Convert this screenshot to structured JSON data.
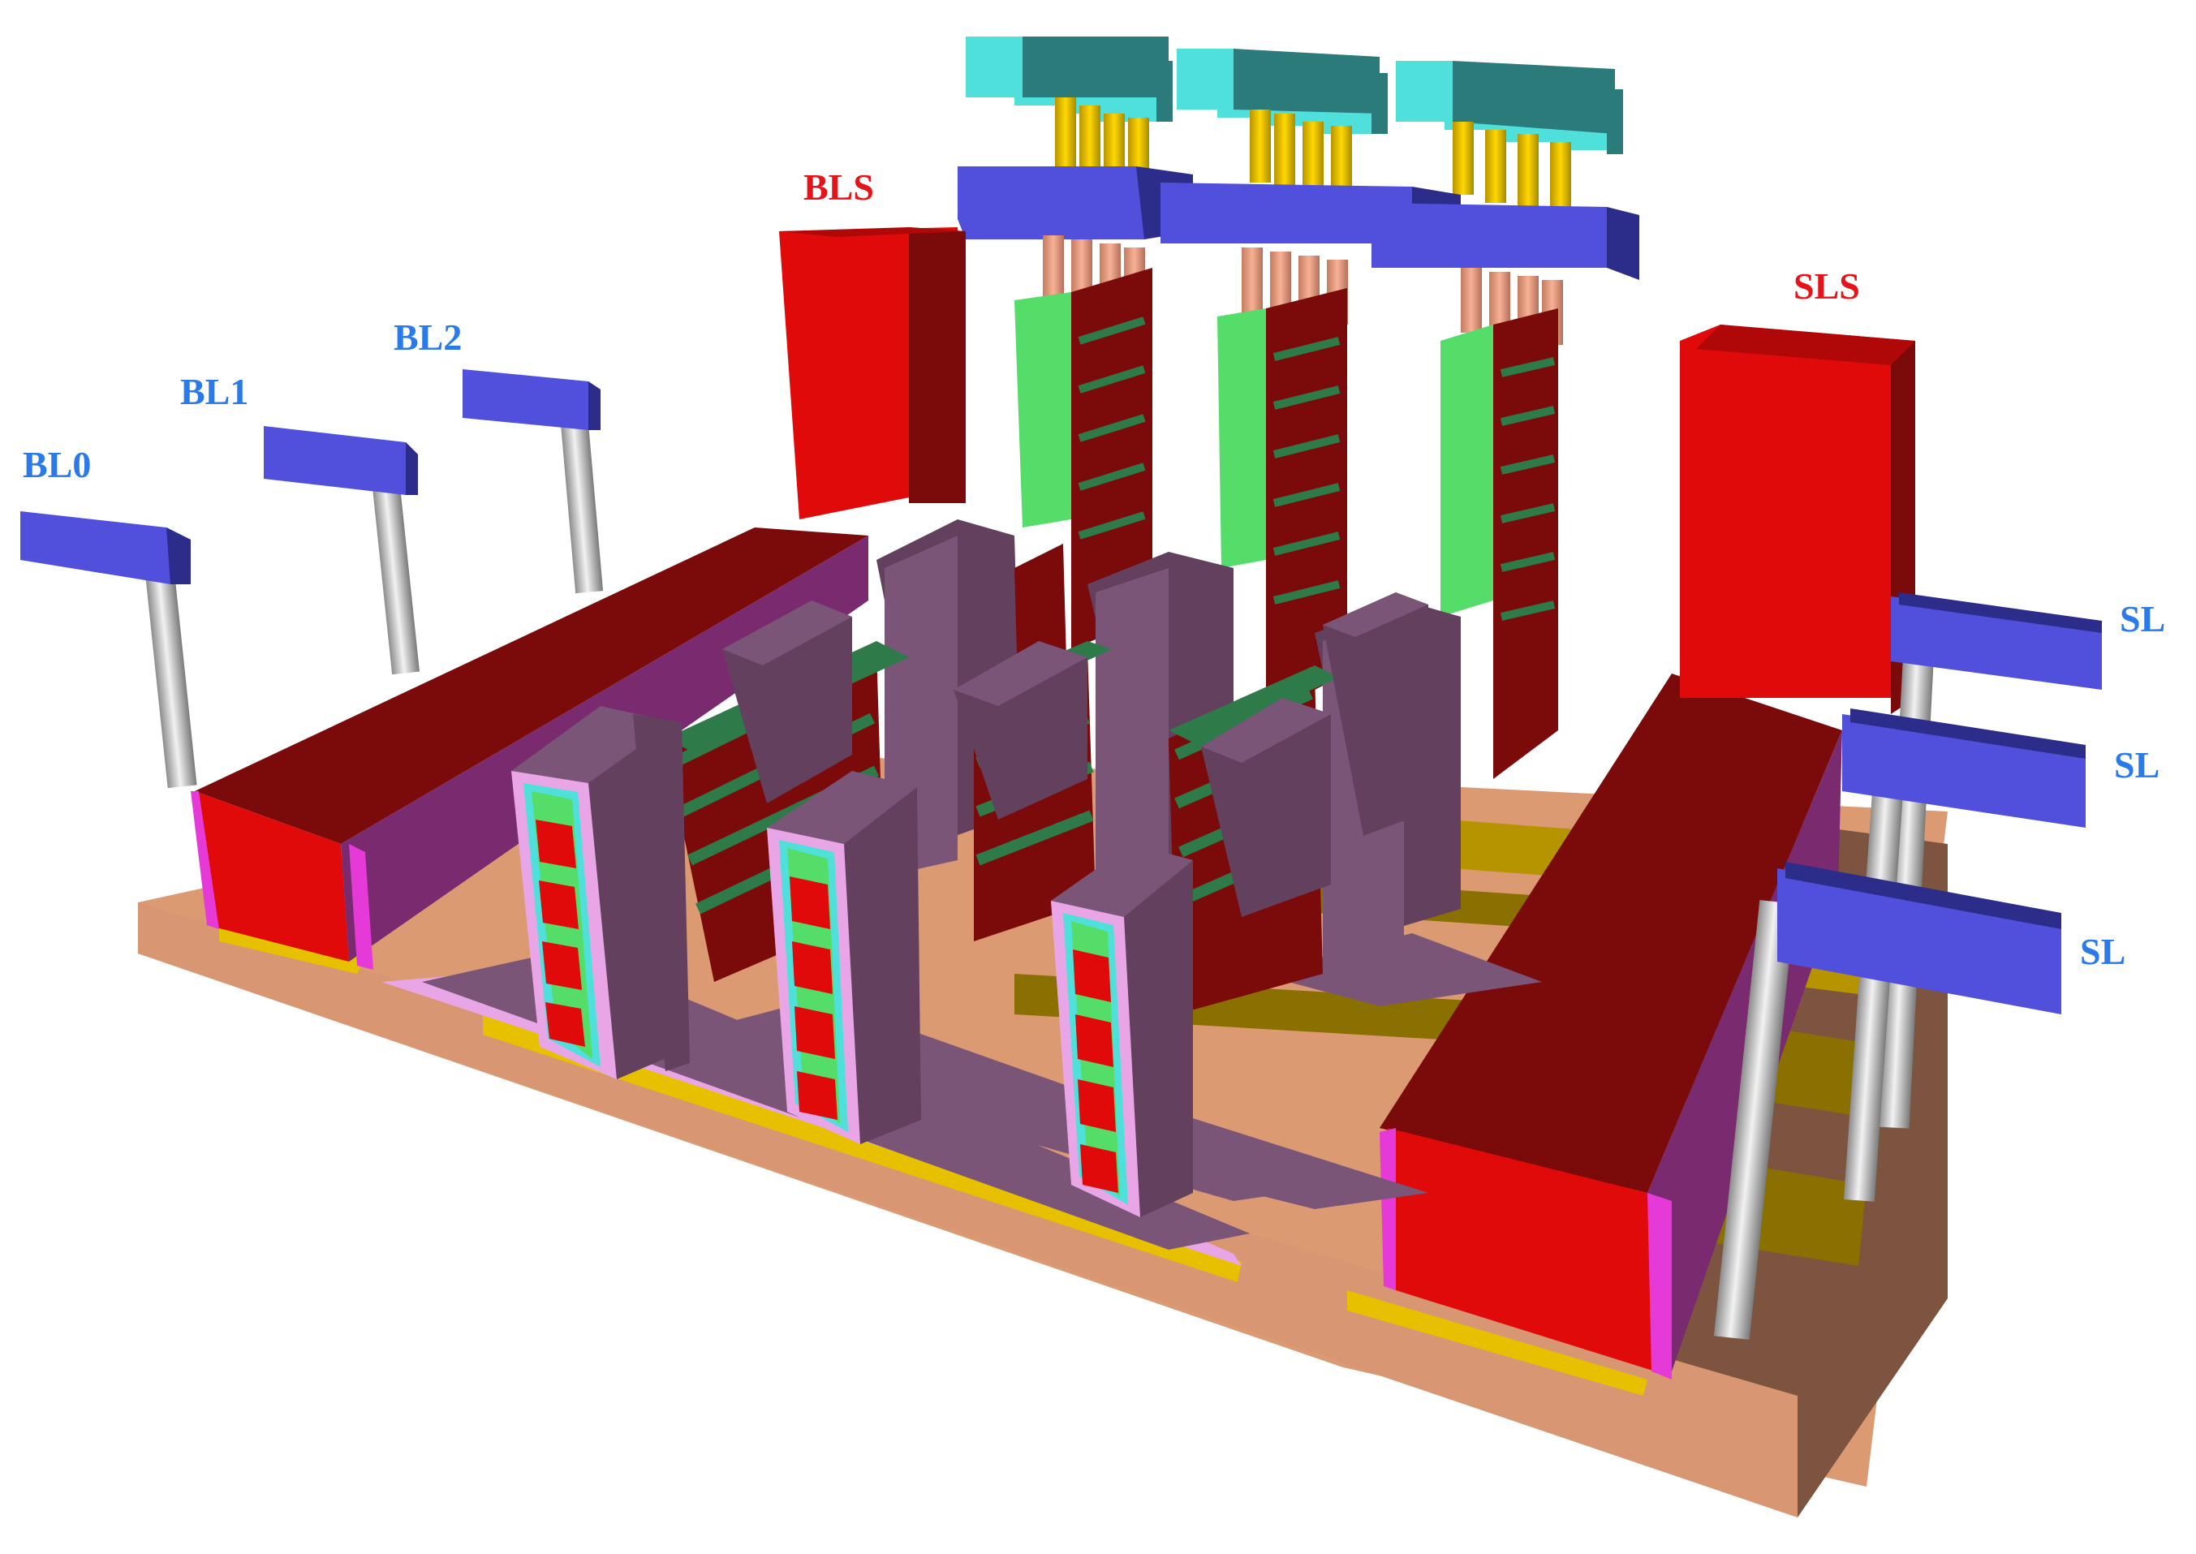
{
  "labels": {
    "bl0": "BL0",
    "bl1": "BL1",
    "bl2": "BL2",
    "bls": "BLS",
    "sls": "SLS",
    "sl_top": "SL",
    "sl_mid": "SL",
    "sl_bot": "SL"
  },
  "colors": {
    "substrate_top": "#dc9a73",
    "substrate_front": "#d89672",
    "substrate_right": "#7d5440",
    "select_red": "#e00a0a",
    "select_dark": "#7b0a0a",
    "trench_purple": "#7a5577",
    "trench_dark": "#63405e",
    "liner_pink": "#e9a6e6",
    "channel_green": "#55dd6a",
    "stack_green_dark": "#2e7b49",
    "contact_cyan": "#4fe0dc",
    "word_line_blue": "#5050dc",
    "via_gold": "#e7c000",
    "via_salmon": "#f0a283",
    "pillar_gray": "#b8b8b8",
    "label_blue": "#2a7ae8",
    "label_red": "#e4141a"
  }
}
